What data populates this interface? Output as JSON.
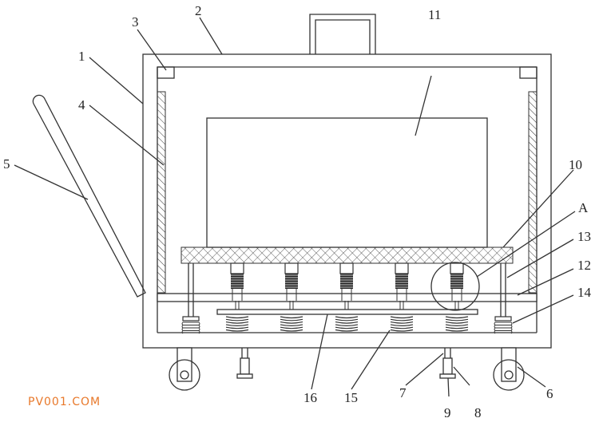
{
  "labels": {
    "l1": "1",
    "l2": "2",
    "l3": "3",
    "l4": "4",
    "l5": "5",
    "l6": "6",
    "l7": "7",
    "l8": "8",
    "l9": "9",
    "l10": "10",
    "l11": "11",
    "lA": "A",
    "l12": "12",
    "l13": "13",
    "l14": "14",
    "l15": "15",
    "l16": "16"
  },
  "watermark": "PV001.COM",
  "colors": {
    "line": "#333333",
    "watermark": "#e8782a"
  }
}
